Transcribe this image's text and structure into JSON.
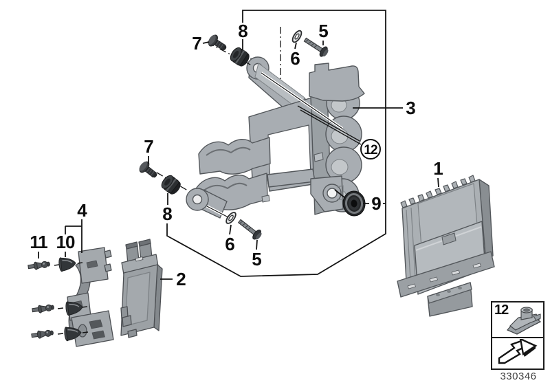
{
  "diagram": {
    "code": "330346",
    "colors": {
      "background": "#ffffff",
      "line": "#141414",
      "part_gray": "#a8adb2",
      "dark_rubber": "#2c2f31"
    },
    "callouts": {
      "part1": "1",
      "part2": "2",
      "part3": "3",
      "part4": "4",
      "part5": "5",
      "part6": "6",
      "part7": "7",
      "part8": "8",
      "part9": "9",
      "part10": "10",
      "part11": "11",
      "part12": "12"
    },
    "legend": {
      "part_label": "12",
      "icons": [
        "clip-nut-icon",
        "direction-arrow-icon"
      ]
    }
  }
}
